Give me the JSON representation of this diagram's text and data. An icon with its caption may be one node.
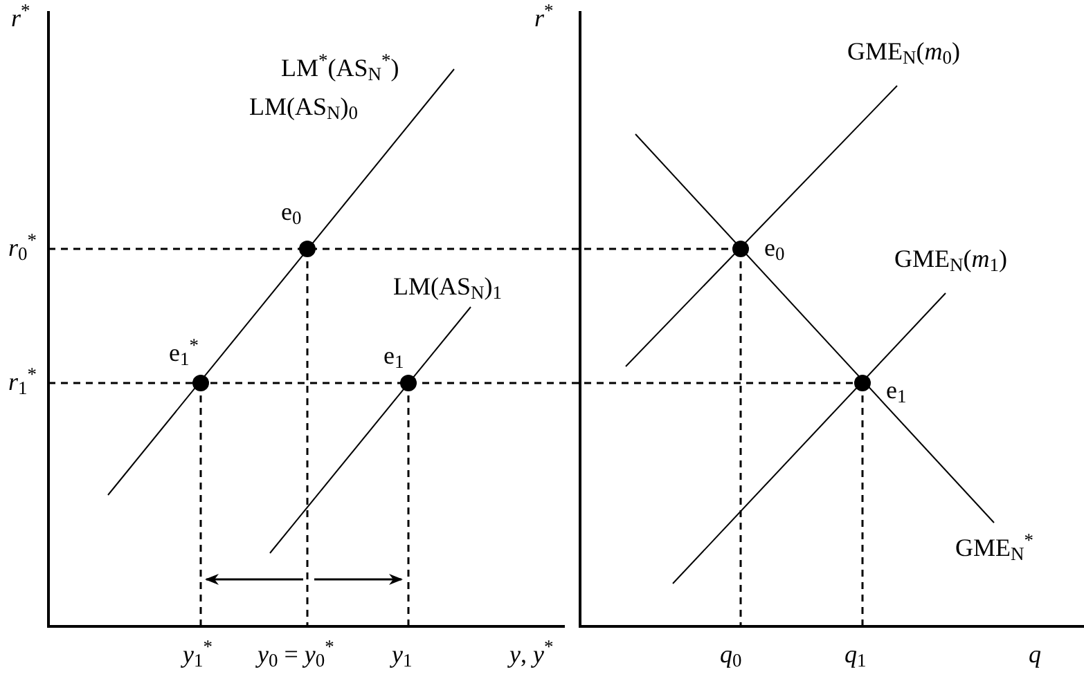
{
  "diagram": {
    "labels": [
      "*r*$^{*}$",
      "*r*$^{*}$",
      "GME$_{N}$(*m*$_{0}$)",
      "LM$^{*}$(AS$_{N}$$^{*}$)",
      "LM(AS$_{N}$)$_{0}$",
      "e$_{0}$",
      "*r*$_{0}$$^{*}$",
      "e$_{0}$",
      "GME$_{N}$(*m*$_{1}$)",
      "LM(AS$_{N}$)$_{1}$",
      "e$_{1}$$^{*}$",
      "e$_{1}$",
      "*r*$_{1}$$^{*}$",
      "e$_{1}$",
      "GME$_{N}$$^{*}$",
      "*y*$_{1}$$^{*}$",
      "*y*$_{0}$ = *y*$_{0}$$^{*}$",
      "*y*$_{1}$",
      "*y*, *y*$^{*}$",
      "*q*$_{0}$",
      "*q*$_{1}$",
      "*q*"
    ]
  }
}
